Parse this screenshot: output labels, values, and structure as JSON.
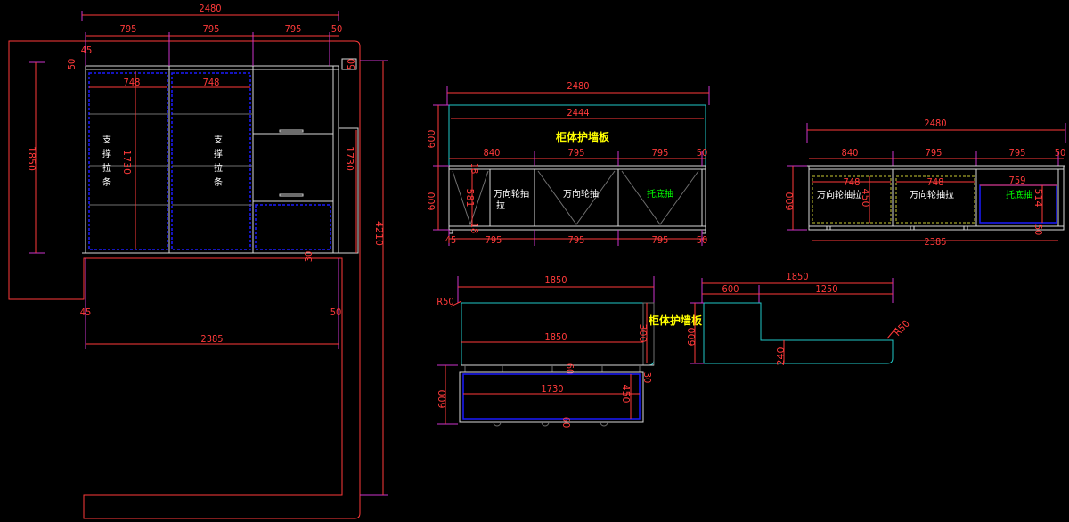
{
  "colors": {
    "background": "#000000",
    "dimension": "#ff3a3a",
    "extension": "#cc33cc",
    "outline": "#d8d8d8",
    "cyan": "#20c8c8",
    "blue": "#1a1aff",
    "yellow": "#ffff00",
    "green": "#00ff00"
  },
  "plan": {
    "total_width": "2480",
    "top_dims": [
      "795",
      "795",
      "795",
      "50"
    ],
    "d45": "45",
    "d50": "50",
    "inner_dims": [
      "748",
      "748"
    ],
    "left_height": "1850",
    "mid_height": "1730",
    "right_height": "1730",
    "full_height": "4210",
    "support_label_1": "支撑拉条",
    "support_label_2": "支撑拉条",
    "small_dim": "30",
    "lower_d45": "45",
    "lower_d50": "50",
    "bottom_width": "2385"
  },
  "front": {
    "total_width": "2480",
    "panel_width": "2444",
    "panel_label": "柜体护墙板",
    "panel_height": "600",
    "cab_height": "600",
    "top_dims": [
      "840",
      "795",
      "795",
      "50"
    ],
    "bottom_dims": [
      "45",
      "795",
      "795",
      "795",
      "50"
    ],
    "inner_h": "581",
    "small_top": "18",
    "small_bot": "18",
    "drawer_1a": "万向轮抽",
    "drawer_1b": "拉",
    "drawer_2": "万向轮抽",
    "drawer_3": "托底抽"
  },
  "side": {
    "total_width": "2480",
    "top_dims": [
      "840",
      "795",
      "795",
      "50"
    ],
    "inner_dims": [
      "748",
      "748",
      "759"
    ],
    "height": "600",
    "inner_h": "450",
    "right_h": "514",
    "small": "50",
    "bottom_width": "2385",
    "drawer_1": "万向轮抽拉",
    "drawer_2": "万向轮抽拉",
    "drawer_3": "托底抽"
  },
  "section": {
    "width_top": "1850",
    "radius": "R50",
    "width_mid": "1850",
    "h300": "300",
    "side_label": "柜体护墙板",
    "small_60": "60",
    "h600": "600",
    "inner_width": "1730",
    "h450": "450",
    "d30": "30",
    "d60": "60"
  },
  "lshape": {
    "total": "1850",
    "part_a": "600",
    "part_b": "1250",
    "height": "600",
    "step": "240",
    "radius": "R50"
  }
}
